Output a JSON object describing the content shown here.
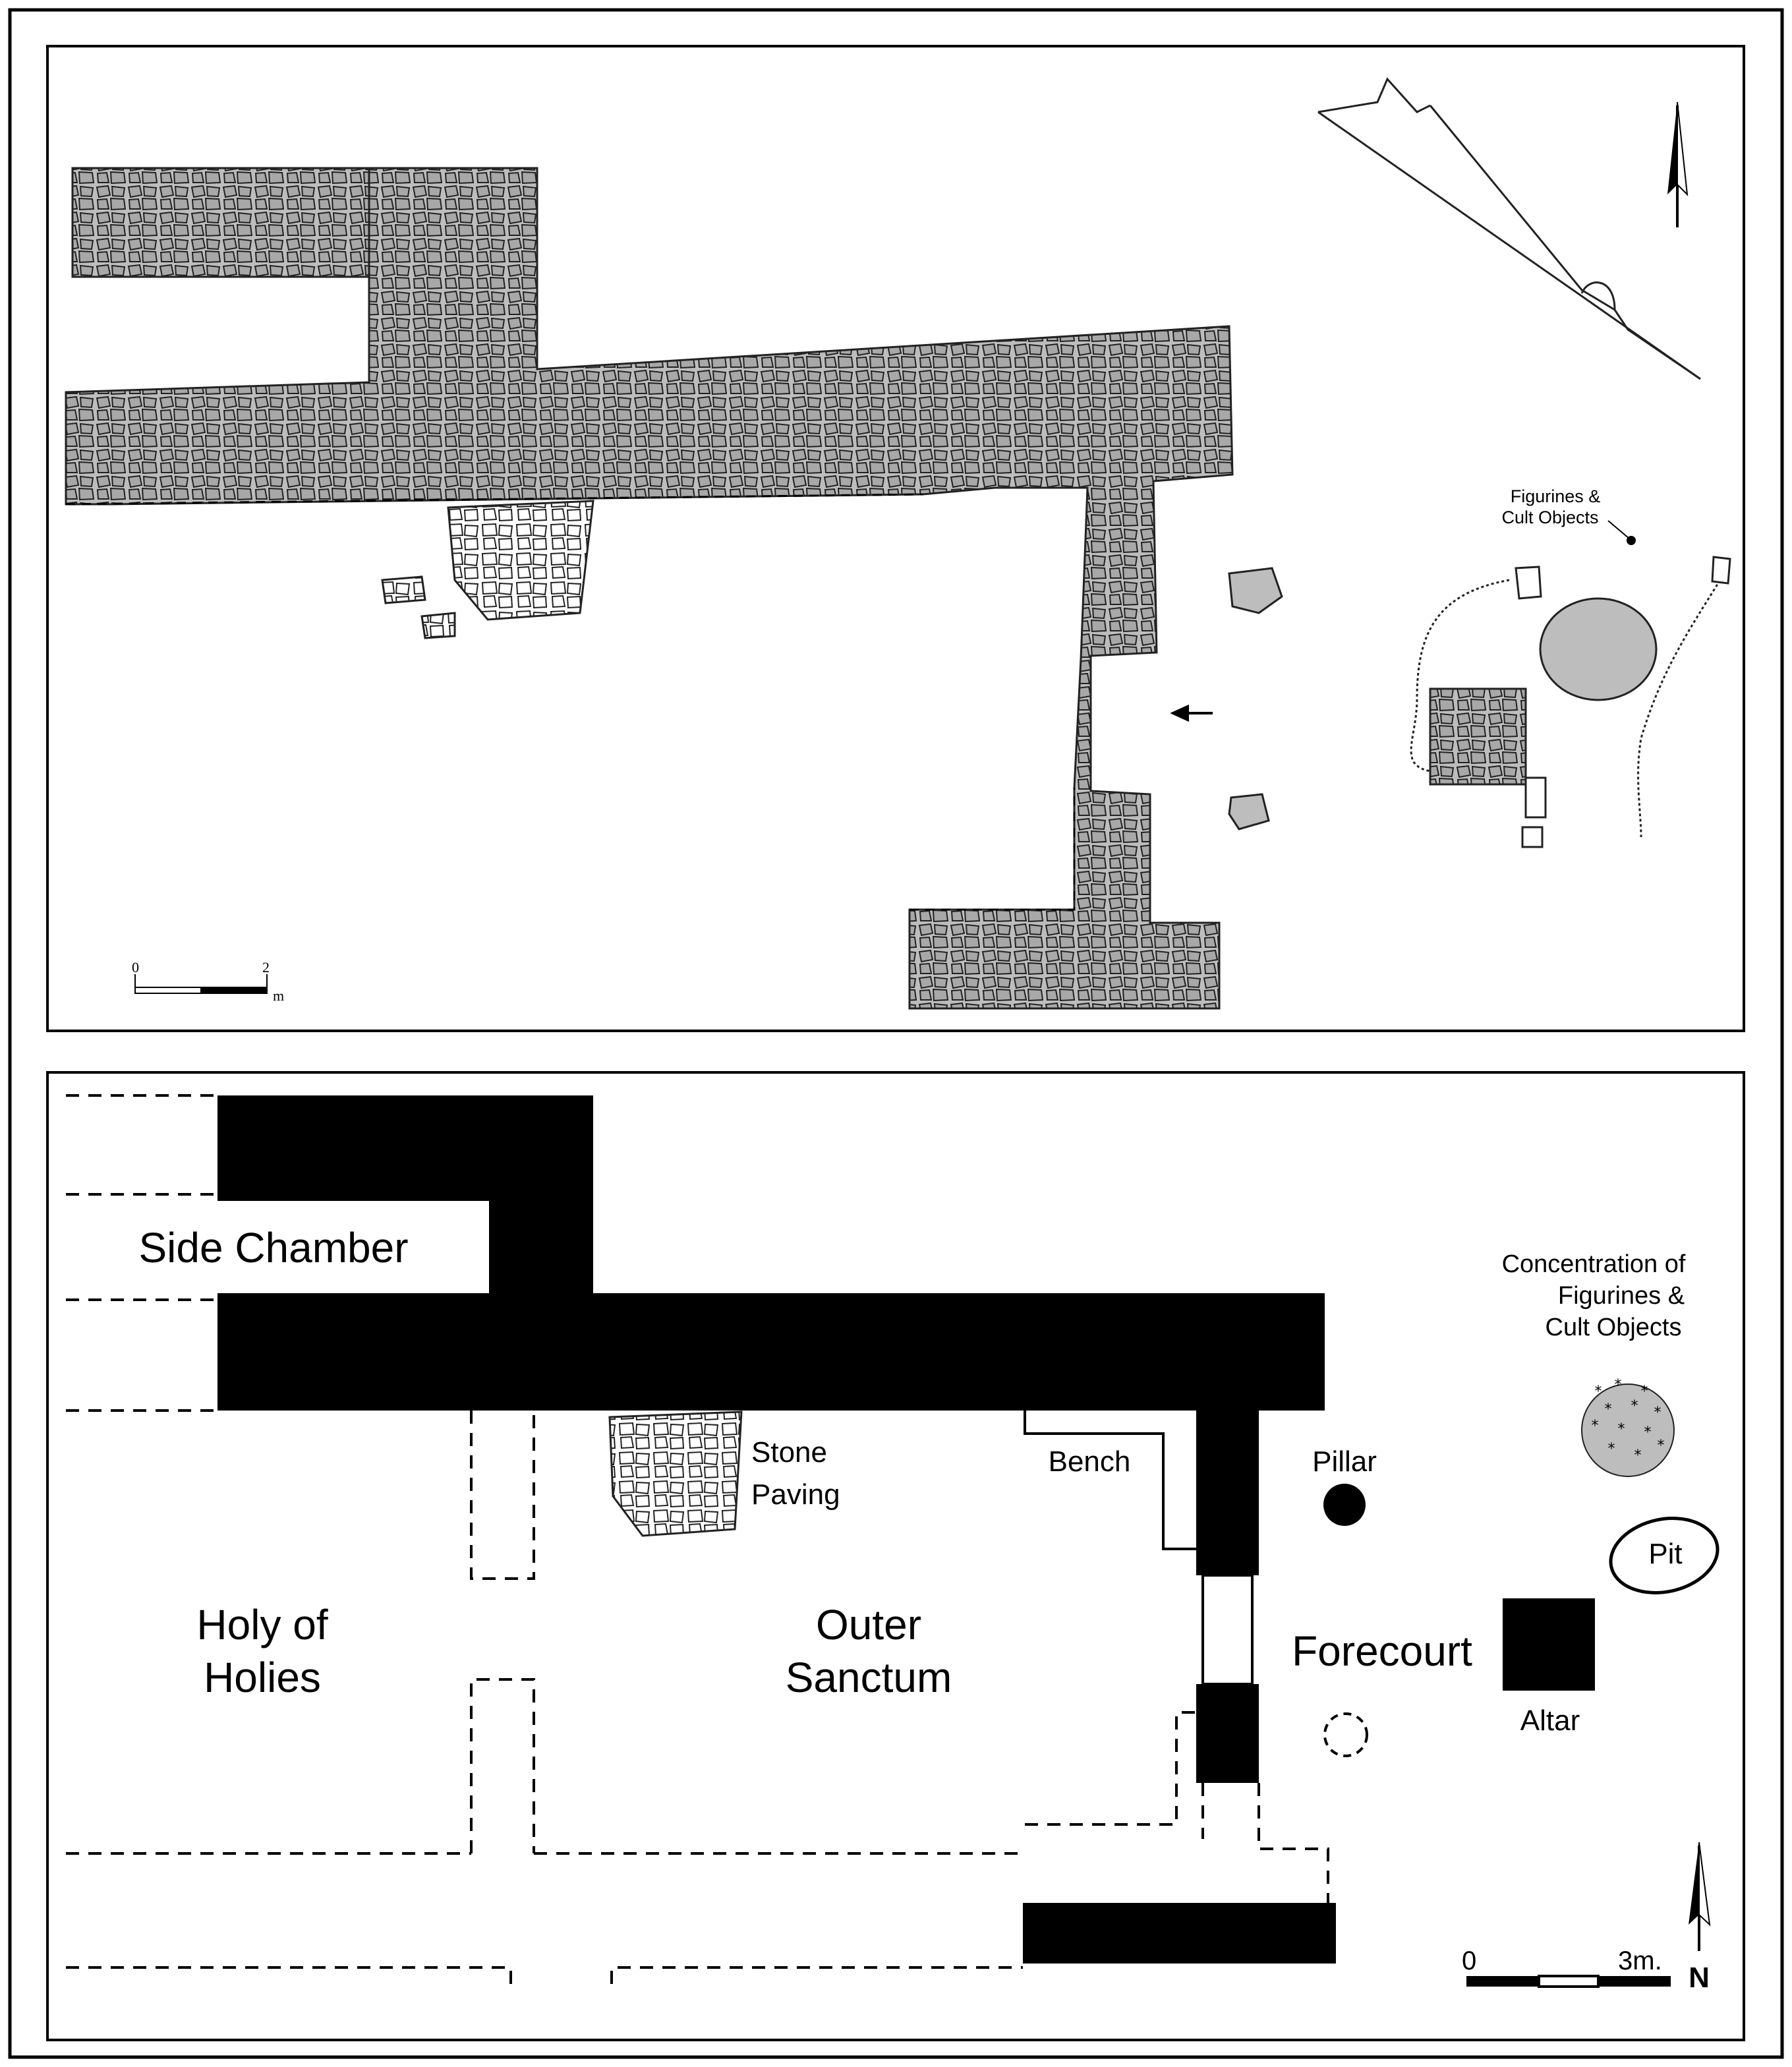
{
  "top_plan": {
    "find_label": [
      "Figurines &",
      "Cult Objects"
    ],
    "scale": {
      "start": "0",
      "end": "2",
      "unit": "m"
    }
  },
  "bottom_plan": {
    "rooms": {
      "side_chamber": "Side Chamber",
      "holy_of_holies": [
        "Holy of",
        "Holies"
      ],
      "outer_sanctum": [
        "Outer",
        "Sanctum"
      ],
      "forecourt": "Forecourt"
    },
    "features": {
      "stone_paving": [
        "Stone",
        "Paving"
      ],
      "bench": "Bench",
      "pillar": "Pillar",
      "pit": "Pit",
      "altar": "Altar",
      "concentration": [
        "Concentration of",
        "Figurines &",
        "Cult Objects"
      ]
    },
    "scale": {
      "start": "0",
      "end": "3m."
    },
    "north": "N"
  },
  "colors": {
    "wall_fill": "#000000",
    "stone_fill": "#bdbdbd",
    "line": "#000000"
  }
}
